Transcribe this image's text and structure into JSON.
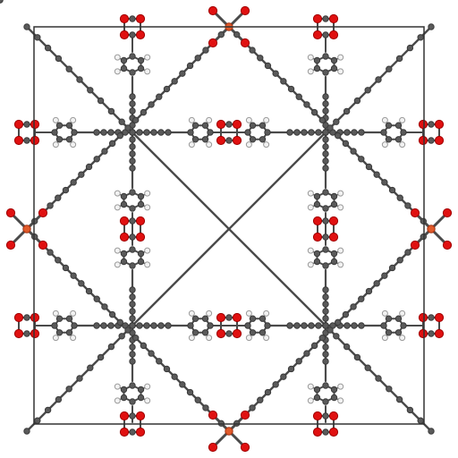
{
  "colors": {
    "background": "#ffffff",
    "cell_border": "#333333",
    "carbon": "#5a5a5a",
    "carbon_light": "#8c8c8c",
    "hydrogen": "#f2f2f2",
    "hydrogen_edge": "#9a9a9a",
    "oxygen": "#e01010",
    "metal": "#e05a2a",
    "bond": "#4a4a4a"
  },
  "icons": {
    "metal_node": "orange-metal-atom",
    "carboxylate": "red-oxygen-pair",
    "ring": "benzene-ring"
  }
}
